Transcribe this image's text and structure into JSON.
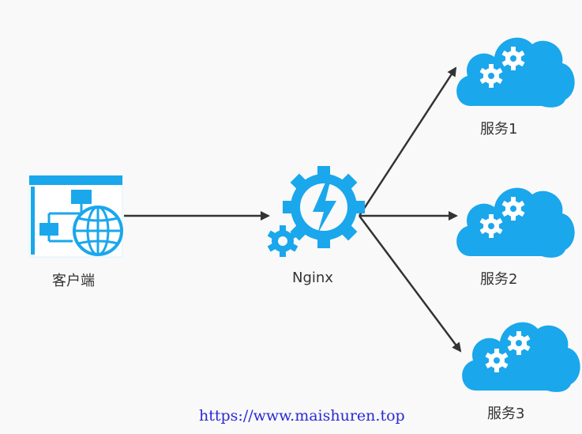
{
  "nodes": {
    "client": {
      "label": "客户端"
    },
    "nginx": {
      "label": "Nginx"
    },
    "service1": {
      "label": "服务1"
    },
    "service2": {
      "label": "服务2"
    },
    "service3": {
      "label": "服务3"
    }
  },
  "watermark": "https://www.maishuren.top",
  "colors": {
    "icon": "#1aa7ec",
    "icon_light": "#c8ecfb",
    "arrow": "#333333"
  }
}
